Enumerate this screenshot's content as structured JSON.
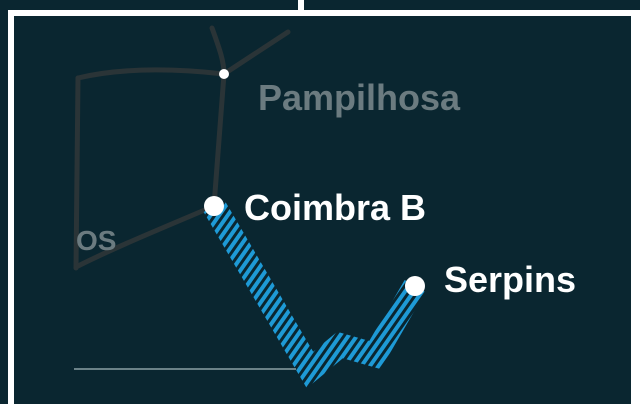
{
  "map": {
    "labels": {
      "pampilhosa": "Pampilhosa",
      "coimbra_b": "Coimbra B",
      "serpins": "Serpins",
      "os_fragment": "OS"
    },
    "colors": {
      "background": "#0a2630",
      "frame": "#ffffff",
      "rail_line": "#2a3437",
      "highlight_route": "#1e9ad6",
      "station_fill": "#ffffff",
      "label_active": "#ffffff",
      "label_inactive": "#6b7b80"
    }
  }
}
